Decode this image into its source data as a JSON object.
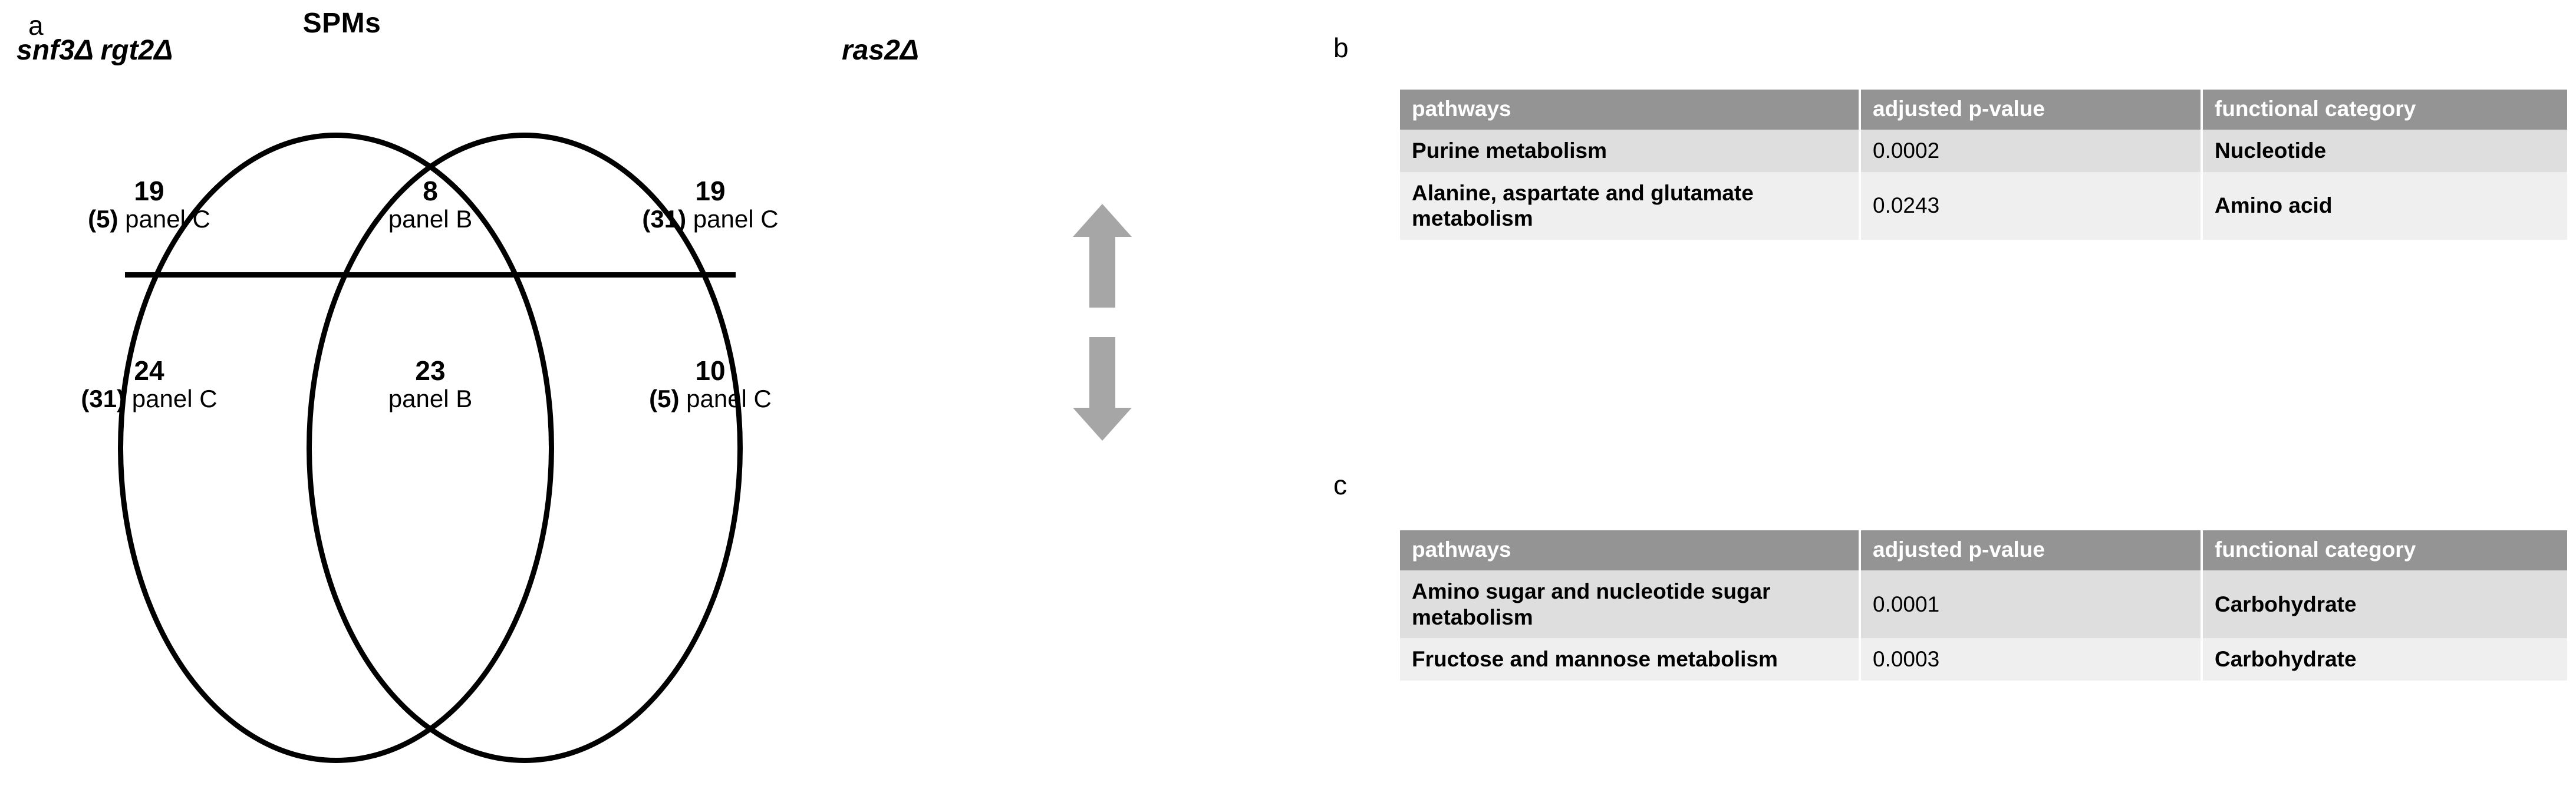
{
  "figure": {
    "panels": {
      "a_letter": "a",
      "b_letter": "b",
      "c_letter": "c"
    }
  },
  "venn": {
    "title": "SPMs",
    "left_set_label": "snf3Δ rgt2Δ",
    "right_set_label": "ras2Δ",
    "arrow_up_name": "up-arrow",
    "arrow_down_name": "down-arrow",
    "arrow_color": "#a6a6a6",
    "regions": {
      "left_up": {
        "count": "19",
        "paren": "(5)",
        "note": "panel C"
      },
      "center_up": {
        "count": "8",
        "paren": "",
        "note": "panel B"
      },
      "right_up": {
        "count": "19",
        "paren": "(31)",
        "note": "panel C"
      },
      "left_down": {
        "count": "24",
        "paren": "(31)",
        "note": "panel C"
      },
      "center_down": {
        "count": "23",
        "paren": "",
        "note": "panel B"
      },
      "right_down": {
        "count": "10",
        "paren": "(5)",
        "note": "panel C"
      }
    }
  },
  "table_b": {
    "headers": [
      "pathways",
      "adjusted p-value",
      "functional category"
    ],
    "rows": [
      {
        "pathway": "Purine metabolism",
        "pvalue": "0.0002",
        "category": "Nucleotide"
      },
      {
        "pathway": "Alanine, aspartate and glutamate metabolism",
        "pvalue": "0.0243",
        "category": "Amino acid"
      }
    ]
  },
  "table_c": {
    "headers": [
      "pathways",
      "adjusted p-value",
      "functional category"
    ],
    "rows": [
      {
        "pathway": "Amino sugar and nucleotide sugar metabolism",
        "pvalue": "0.0001",
        "category": "Carbohydrate"
      },
      {
        "pathway": "Fructose and mannose metabolism",
        "pvalue": "0.0003",
        "category": "Carbohydrate"
      }
    ]
  },
  "colors": {
    "header_gray": "#949494",
    "row_dark": "#dedede",
    "row_light": "#efefef",
    "arrow_gray": "#a6a6a6",
    "stroke_black": "#000000"
  }
}
